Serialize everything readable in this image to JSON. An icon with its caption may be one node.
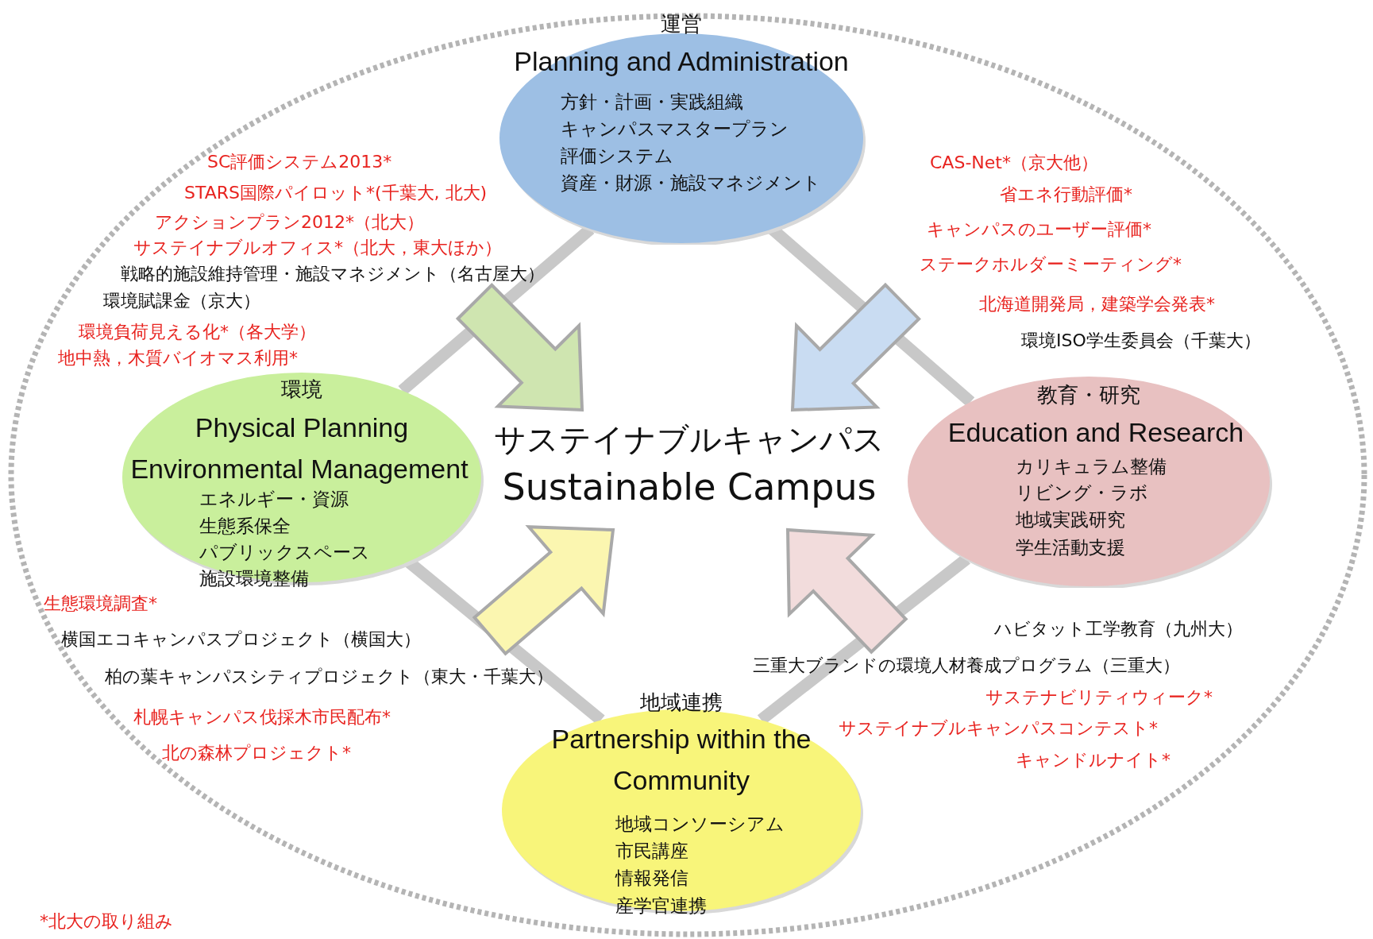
{
  "diagram": {
    "nodes": [
      {
        "text": [
          "運営",
          "Planning and Administration",
          "方針・計画・実践組織",
          "キャンパスマスタープラン",
          "評価システム",
          "資産・財源・施設マネジメント"
        ]
      },
      {
        "text": [
          "環境",
          "Physical Planning",
          "Environmental Management",
          "エネルギー・資源",
          "生態系保全",
          "パブリックスペース",
          "施設環境整備"
        ]
      },
      {
        "text": [
          "教育・研究",
          "Education and Research",
          "カリキュラム整備",
          "リビング・ラボ",
          "地域実践研究",
          "学生活動支援"
        ]
      },
      {
        "text": [
          "地域連携",
          "Partnership within the",
          "Community",
          "地域コンソーシアム",
          "市民講座",
          "情報発信",
          "産学官連携"
        ]
      },
      {
        "text": [
          "サステイナブルキャンパス",
          "Sustainable Campus"
        ]
      }
    ],
    "edges": [
      {
        "from": 0,
        "to": 1,
        "arrow": "none"
      },
      {
        "from": 0,
        "to": 2,
        "arrow": "none"
      },
      {
        "from": 1,
        "to": 3,
        "arrow": "none"
      },
      {
        "from": 2,
        "to": 3,
        "arrow": "none"
      },
      {
        "from": null,
        "to": 4,
        "arrow": "to",
        "color": "#cfe5b0"
      },
      {
        "from": null,
        "to": 4,
        "arrow": "to",
        "color": "#c9dcf2"
      },
      {
        "from": null,
        "to": 4,
        "arrow": "to",
        "color": "#fbf6b0"
      },
      {
        "from": null,
        "to": 4,
        "arrow": "to",
        "color": "#f2dcdc"
      }
    ],
    "labels": [
      "SC評価システム2013*",
      "STARS国際パイロット*(千葉大, 北大)",
      "アクションプラン2012*（北大）",
      "サステイナブルオフィス*（北大，東大ほか）",
      "戦略的施設維持管理・施設マネジメント（名古屋大）",
      "環境賦課金（京大）",
      "環境負荷見える化*（各大学）",
      "地中熱，木質バイオマス利用*",
      "CAS-Net*（京大他）",
      "省エネ行動評価*",
      "キャンパスのユーザー評価*",
      "ステークホルダーミーティング*",
      "北海道開発局，建築学会発表*",
      "環境ISO学生委員会（千葉大）",
      "生態環境調査*",
      "横国エコキャンパスプロジェクト（横国大）",
      "柏の葉キャンパスシティプロジェクト（東大・千葉大）",
      "札幌キャンパス伐採木市民配布*",
      "北の森林プロジェクト*",
      "ハビタット工学教育（九州大）",
      "三重大ブランドの環境人材養成プログラム（三重大）",
      "サステナビリティウィーク*",
      "サステイナブルキャンパスコンテスト*",
      "キャンドルナイト*",
      "*北大の取り組み"
    ]
  }
}
